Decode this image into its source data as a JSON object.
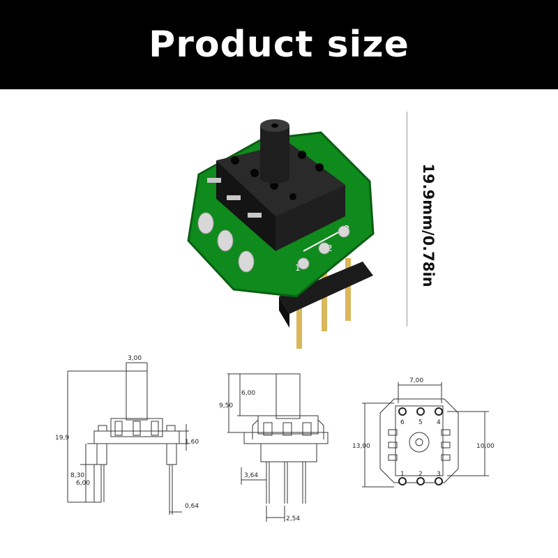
{
  "header": {
    "title": "Product size"
  },
  "photo": {
    "height_label": "19.9mm/0.78in",
    "pcb_color": "#0f8a1c"
  },
  "side_view": {
    "top_width": "3,00",
    "total_height": "19,9",
    "body_height": "1,60",
    "pin_total": "8,30",
    "pin_length": "6,00",
    "pin_width": "0,64"
  },
  "front_view": {
    "nozzle_height": "6,00",
    "upper_height": "9,50",
    "offset": "3,64",
    "pitch": "2,54"
  },
  "top_view": {
    "inner_width": "7,00",
    "outer_height": "13,00",
    "inner_height": "10,00",
    "pins": [
      "1",
      "2",
      "3",
      "4",
      "5",
      "6"
    ]
  }
}
